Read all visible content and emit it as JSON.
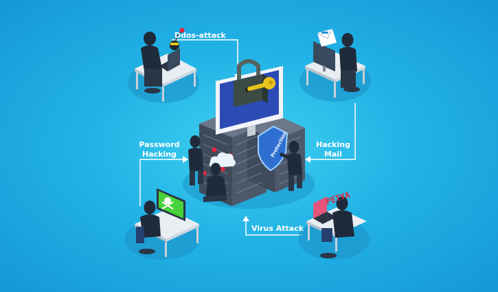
{
  "labels": {
    "ddos": "Ddos-attack",
    "password_line1": "Password",
    "password_line2": "Hacking",
    "mail_line1": "Hacking",
    "mail_line2": "Mail",
    "virus": "Virus Attack"
  },
  "screen_texts": {
    "shield": "Protection",
    "ransom": "PETYA"
  },
  "colors": {
    "background": "#22b3e6",
    "connector": "#ffffff",
    "server": "#4a5566",
    "hacker": "#1f2a3a",
    "shield": "#2f6fd1",
    "lock": "#3c4a45",
    "key": "#e7c31c",
    "warning_red": "#e0263a",
    "skull_green": "#47d23c"
  }
}
